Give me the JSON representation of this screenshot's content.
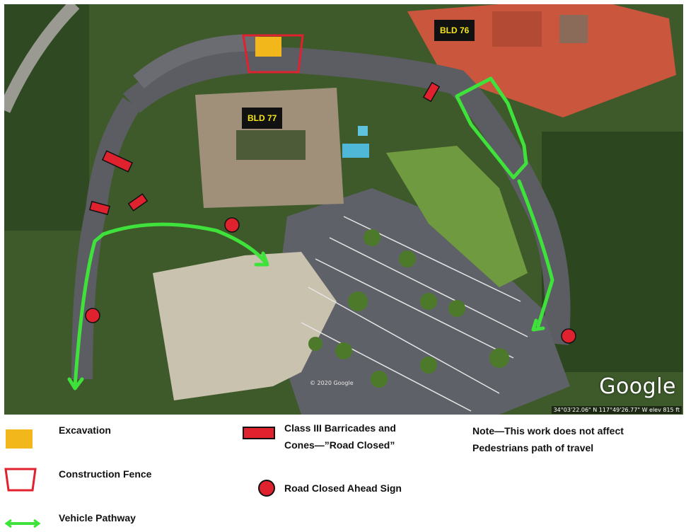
{
  "map": {
    "building_labels": [
      "BLD 76",
      "BLD 77"
    ],
    "copyright": "© 2020 Google",
    "logo": "Google",
    "coordinates": "34°03'22.06\" N 117°49'26.77\" W  elev  815 ft"
  },
  "legend": {
    "excavation": "Excavation",
    "construction_fence": "Construction Fence",
    "vehicle_pathway": "Vehicle Pathway",
    "barricades_line1": "Class III Barricades and",
    "barricades_line2": "Cones—”Road Closed”",
    "road_closed_sign": "Road Closed Ahead Sign",
    "note_line1": "Note—This work does not affect",
    "note_line2": "Pedestrians path of travel"
  },
  "colors": {
    "excavation": "#f2b71a",
    "fence": "#e0212e",
    "barricade": "#e0212e",
    "pathway": "#3fe23a",
    "sign": "#e0212e",
    "label_bg": "#111111",
    "label_text": "#f4e515"
  }
}
